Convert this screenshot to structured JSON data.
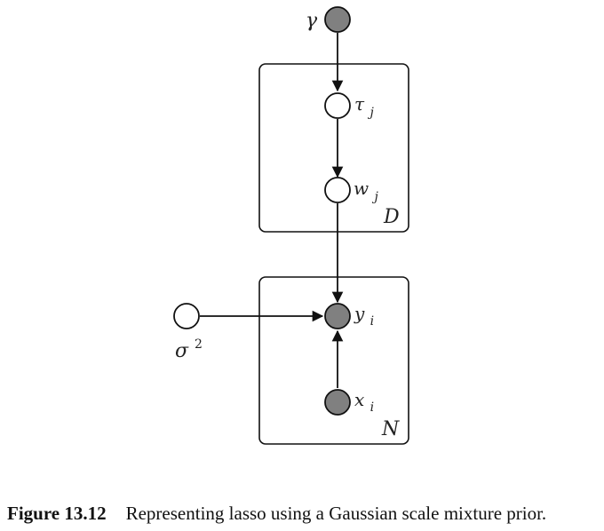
{
  "nodes": {
    "gamma": {
      "label": "γ",
      "observed": true
    },
    "tau": {
      "label": "τ",
      "sub": "j",
      "observed": false
    },
    "w": {
      "label": "w",
      "sub": "j",
      "observed": false
    },
    "y": {
      "label": "y",
      "sub": "i",
      "observed": true
    },
    "x": {
      "label": "x",
      "sub": "i",
      "observed": true
    },
    "sigma": {
      "label": "σ",
      "sup": "2",
      "observed": false
    }
  },
  "plates": {
    "D": {
      "label": "D"
    },
    "N": {
      "label": "N"
    }
  },
  "colors": {
    "observed_fill": "#808080",
    "latent_fill": "#ffffff",
    "stroke": "#111111"
  },
  "caption": {
    "figure_number": "Figure 13.12",
    "text": "Representing lasso using a Gaussian scale mixture prior."
  }
}
